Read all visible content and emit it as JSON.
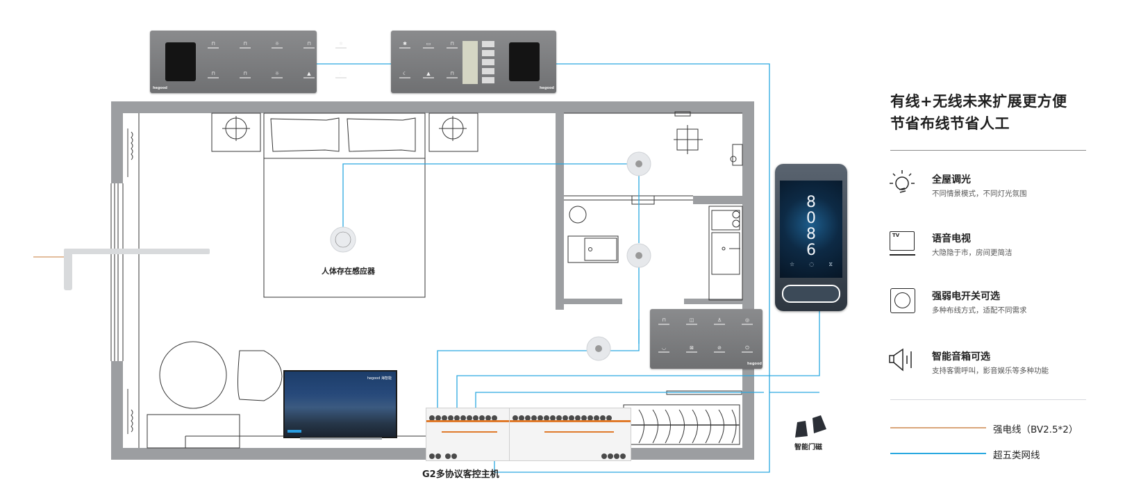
{
  "headline": {
    "line1": "有线+无线未来扩展更方便",
    "line2": "节省布线节省人工"
  },
  "features": [
    {
      "icon": "light-bulb-icon",
      "title": "全屋调光",
      "subtitle": "不同情景模式，不同灯光氛围"
    },
    {
      "icon": "tv-icon",
      "icon_text": "TV",
      "title": "语音电视",
      "subtitle": "大隐隐于市，房间更简洁"
    },
    {
      "icon": "round-switch-icon",
      "title": "强弱电开关可选",
      "subtitle": "多种布线方式，适配不同需求"
    },
    {
      "icon": "speaker-icon",
      "title": "智能音箱可选",
      "subtitle": "支持客需呼叫，影音娱乐等多种功能"
    }
  ],
  "legend": [
    {
      "label": "强电线（BV2.5*2）",
      "color": "#d9a57a"
    },
    {
      "label": "超五类网线",
      "color": "#29a8e0"
    }
  ],
  "plan_labels": {
    "presence_sensor": "人体存在感应器",
    "host": "G2多协议客控主机",
    "door_sensor": "智能门磁"
  },
  "door_phone": {
    "digits": [
      "8",
      "0",
      "8",
      "6"
    ]
  },
  "panels": {
    "brand": "hegood"
  },
  "tv": {
    "brand": "hegood 海智能"
  },
  "colors": {
    "network_line": "#29a8e0",
    "power_line": "#d9a57a",
    "wall": "#9a9c9f",
    "panel": "#7b7c7e"
  }
}
